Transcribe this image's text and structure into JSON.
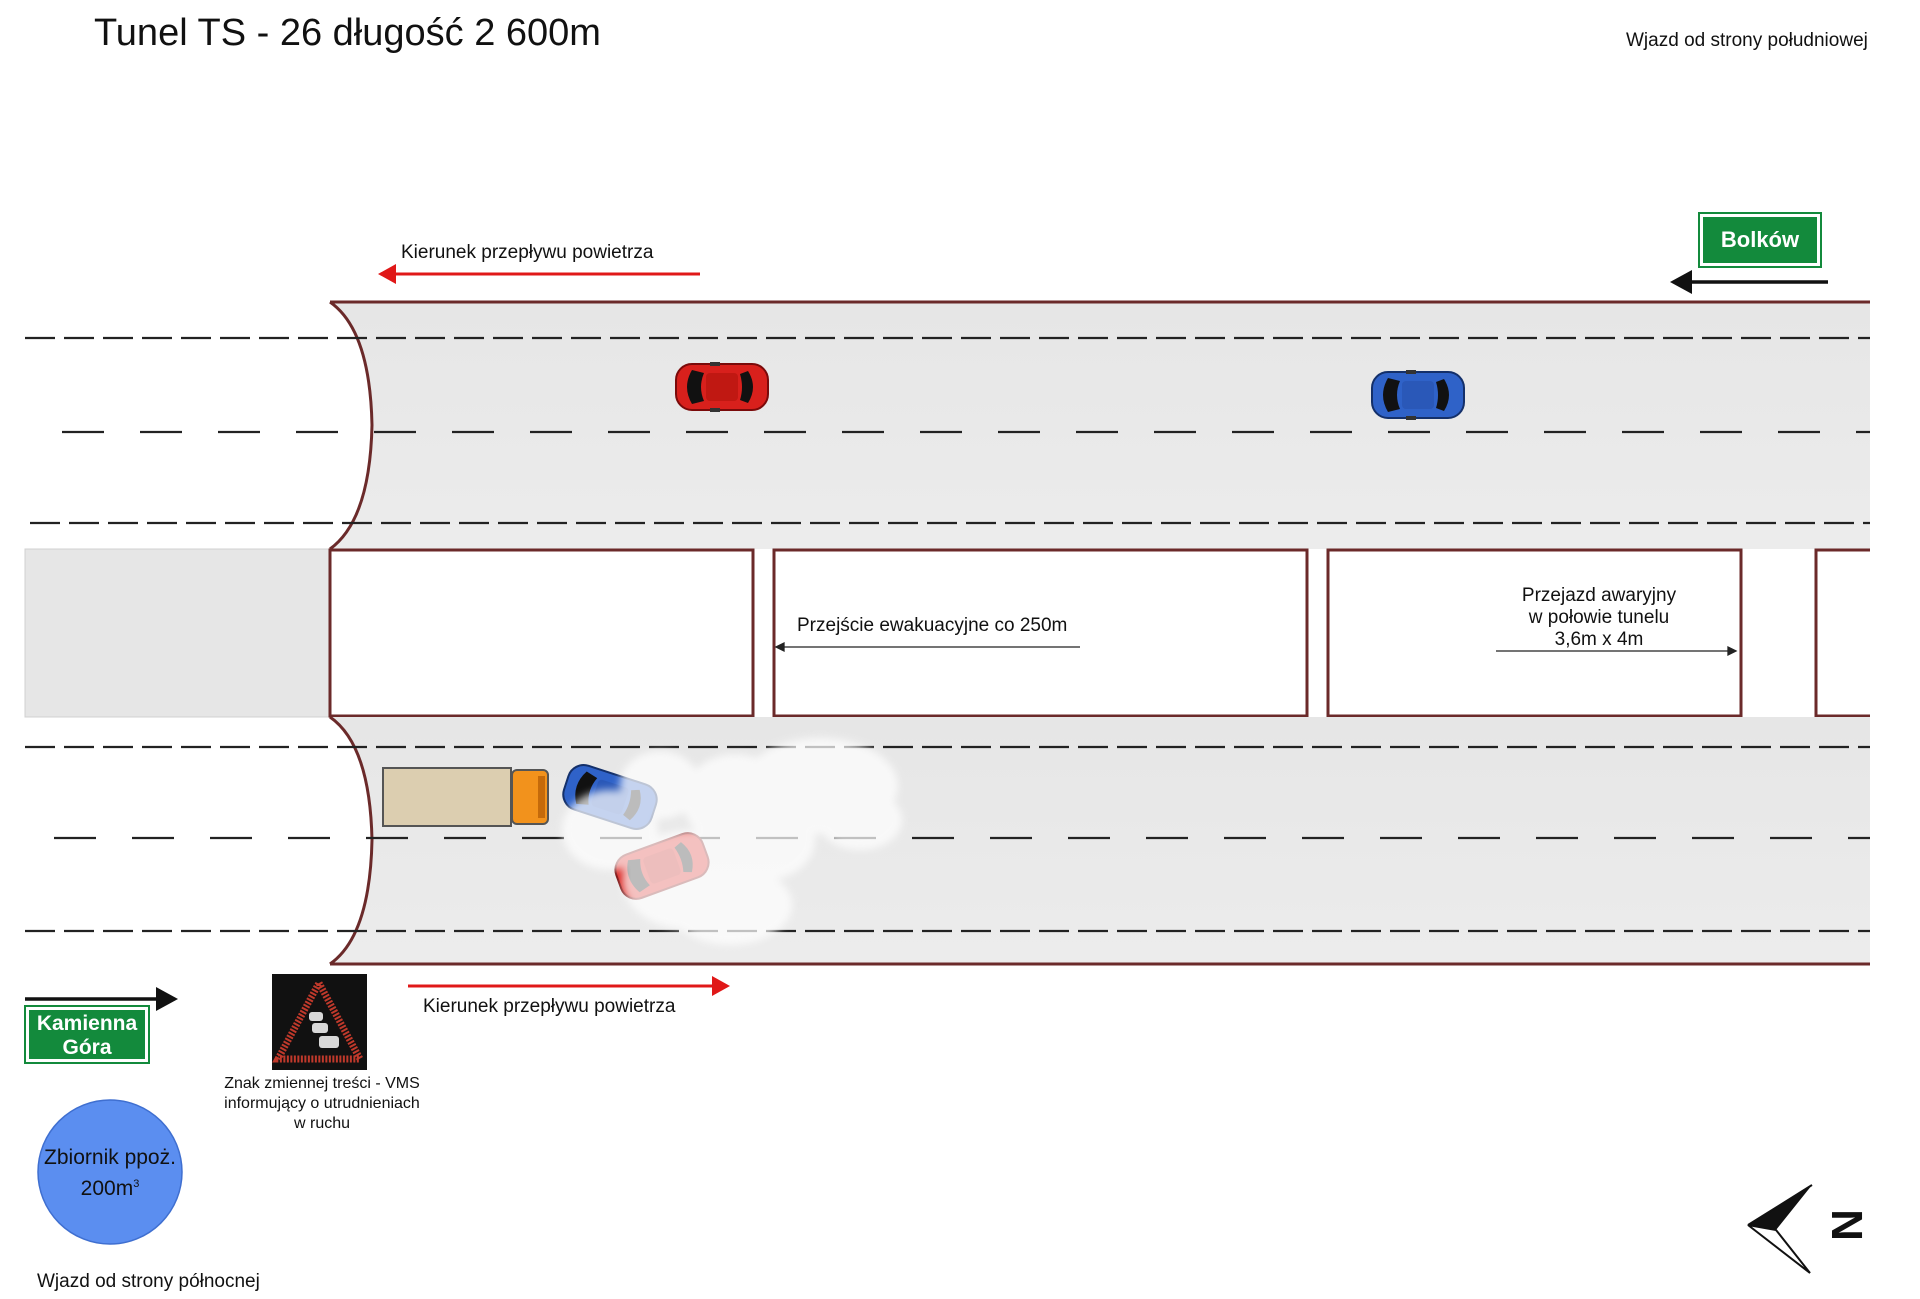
{
  "title": "Tunel TS - 26 długość 2 600m",
  "entrance_south": "Wjazd od strony południowej",
  "entrance_north": "Wjazd od strony północnej",
  "airflow_top": "Kierunek przepływu powietrza",
  "airflow_bottom": "Kierunek przepływu powietrza",
  "sign_top": "Bolków",
  "sign_bottom_line1": "Kamienna",
  "sign_bottom_line2": "Góra",
  "evac_passage": "Przejście ewakuacyjne co 250m",
  "emergency_crossing_line1": "Przejazd awaryjny",
  "emergency_crossing_line2": "w połowie tunelu",
  "emergency_crossing_line3": "3,6m x 4m",
  "vms_caption_line1": "Znak zmiennej treści - VMS",
  "vms_caption_line2": "informujący o utrudnieniach",
  "vms_caption_line3": "w ruchu",
  "tank_line1": "Zbiornik ppoż.",
  "tank_line2": "200m",
  "tank_sup": "3",
  "compass_letter": "N",
  "colors": {
    "road": "#e8e8e8",
    "tunnel_wall": "#6b2a2a",
    "airflow_arrow": "#e01818",
    "sign_green": "#138a3c",
    "tank_blue": "#5b8ef0",
    "car_red": "#d8201c",
    "car_blue": "#2f62c8",
    "truck_cab": "#f2921c",
    "truck_box": "#dcceb0"
  }
}
